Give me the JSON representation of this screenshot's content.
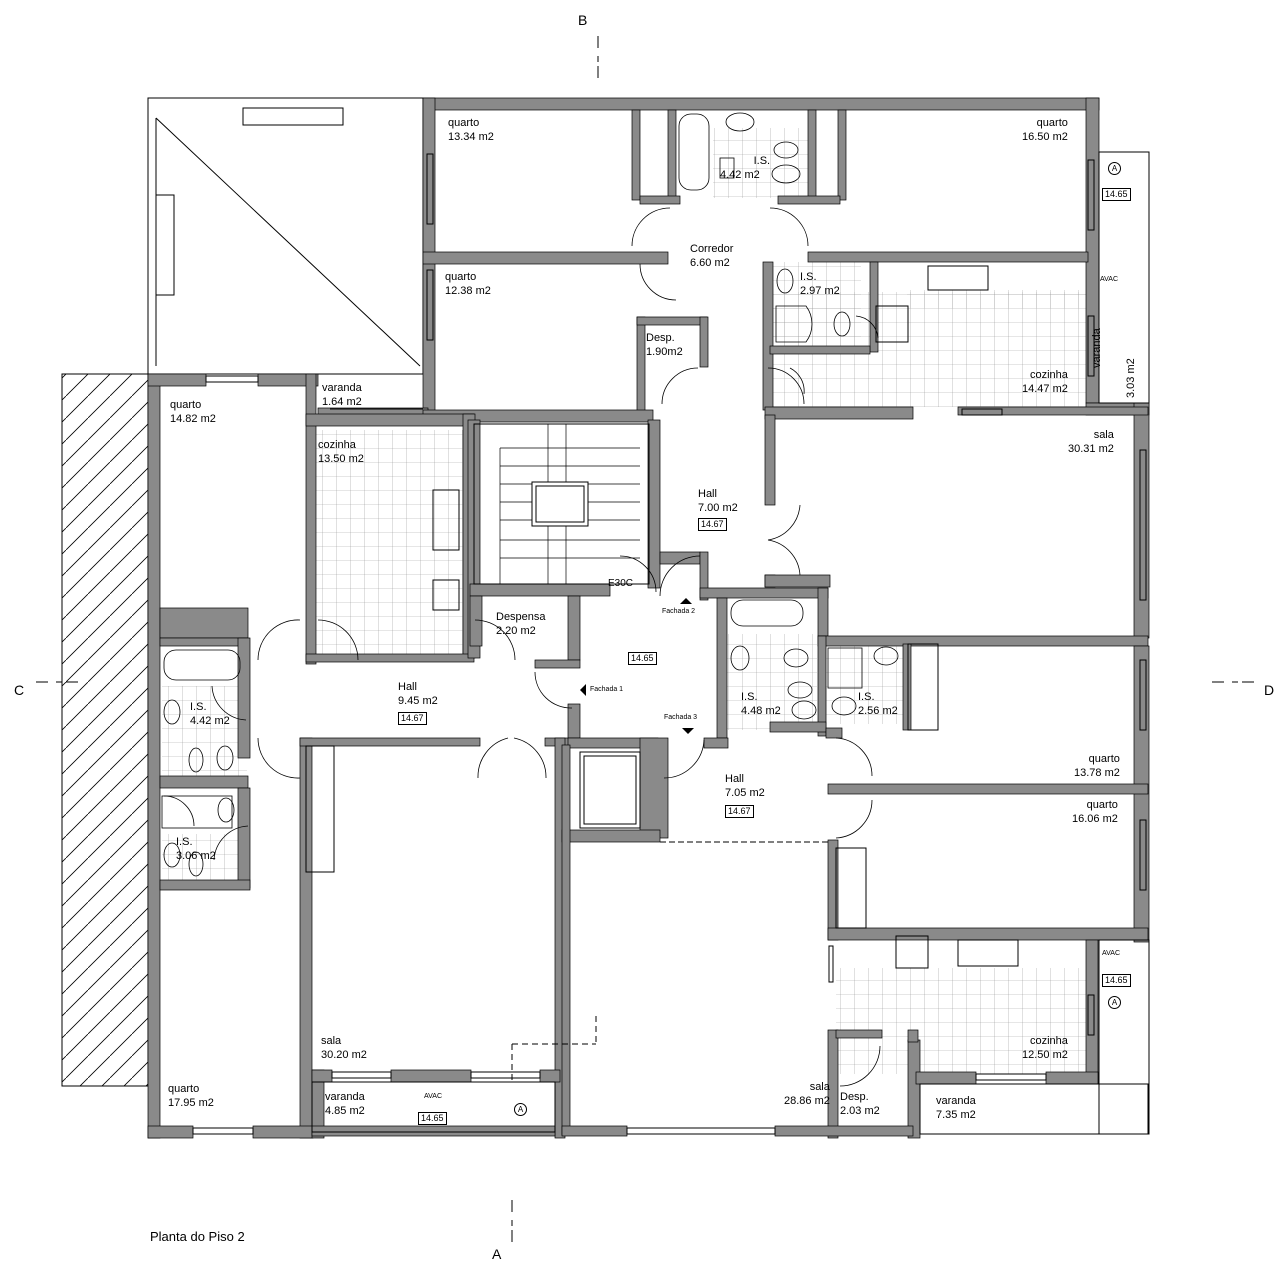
{
  "title": "Planta do Piso 2",
  "axes": {
    "B": "B",
    "A": "A",
    "C": "C",
    "D": "D"
  },
  "rooms": [
    {
      "id": "r1",
      "name": "quarto",
      "area": "13.34 m2"
    },
    {
      "id": "r2",
      "name": "I.S.",
      "area": "4.42 m2"
    },
    {
      "id": "r3",
      "name": "quarto",
      "area": "16.50 m2"
    },
    {
      "id": "r4",
      "name": "Corredor",
      "area": "6.60 m2"
    },
    {
      "id": "r5",
      "name": "quarto",
      "area": "12.38 m2"
    },
    {
      "id": "r6",
      "name": "I.S.",
      "area": "2.97 m2"
    },
    {
      "id": "r7",
      "name": "Desp.",
      "area": "1.90m2"
    },
    {
      "id": "r8",
      "name": "cozinha",
      "area": "14.47 m2"
    },
    {
      "id": "r9",
      "name": "varanda",
      "area": "3.03 m2"
    },
    {
      "id": "r10",
      "name": "varanda",
      "area": "1.64 m2"
    },
    {
      "id": "r11",
      "name": "quarto",
      "area": "14.82 m2"
    },
    {
      "id": "r12",
      "name": "cozinha",
      "area": "13.50 m2"
    },
    {
      "id": "r13",
      "name": "sala",
      "area": "30.31 m2"
    },
    {
      "id": "r14",
      "name": "Hall",
      "area": "7.00 m2"
    },
    {
      "id": "r15",
      "name": "Despensa",
      "area": "2.20 m2"
    },
    {
      "id": "r16",
      "name": "I.S.",
      "area": "4.42 m2"
    },
    {
      "id": "r17",
      "name": "Hall",
      "area": "9.45 m2"
    },
    {
      "id": "r18",
      "name": "I.S.",
      "area": "4.48 m2"
    },
    {
      "id": "r19",
      "name": "I.S.",
      "area": "2.56 m2"
    },
    {
      "id": "r20",
      "name": "quarto",
      "area": "13.78 m2"
    },
    {
      "id": "r21",
      "name": "Hall",
      "area": "7.05 m2"
    },
    {
      "id": "r22",
      "name": "quarto",
      "area": "16.06 m2"
    },
    {
      "id": "r23",
      "name": "I.S.",
      "area": "3.06 m2"
    },
    {
      "id": "r24",
      "name": "cozinha",
      "area": "12.50 m2"
    },
    {
      "id": "r25",
      "name": "sala",
      "area": "30.20 m2"
    },
    {
      "id": "r26",
      "name": "sala",
      "area": "28.86 m2"
    },
    {
      "id": "r27",
      "name": "quarto",
      "area": "17.95 m2"
    },
    {
      "id": "r28",
      "name": "varanda",
      "area": "4.85 m2"
    },
    {
      "id": "r29",
      "name": "Desp.",
      "area": "2.03 m2"
    },
    {
      "id": "r30",
      "name": "varanda",
      "area": "7.35 m2"
    }
  ],
  "levels": {
    "l1": "14.65",
    "l2": "14.67",
    "l3": "14.65",
    "l4": "14.67",
    "l5": "14.67",
    "l6": "14.65",
    "l7": "14.65"
  },
  "marks": {
    "e30c": "E30C",
    "avac": "AVAC",
    "a_circle": "A",
    "fs1": "Fachada 1",
    "fs2": "Fachada 2",
    "fs3": "Fachada 3"
  }
}
